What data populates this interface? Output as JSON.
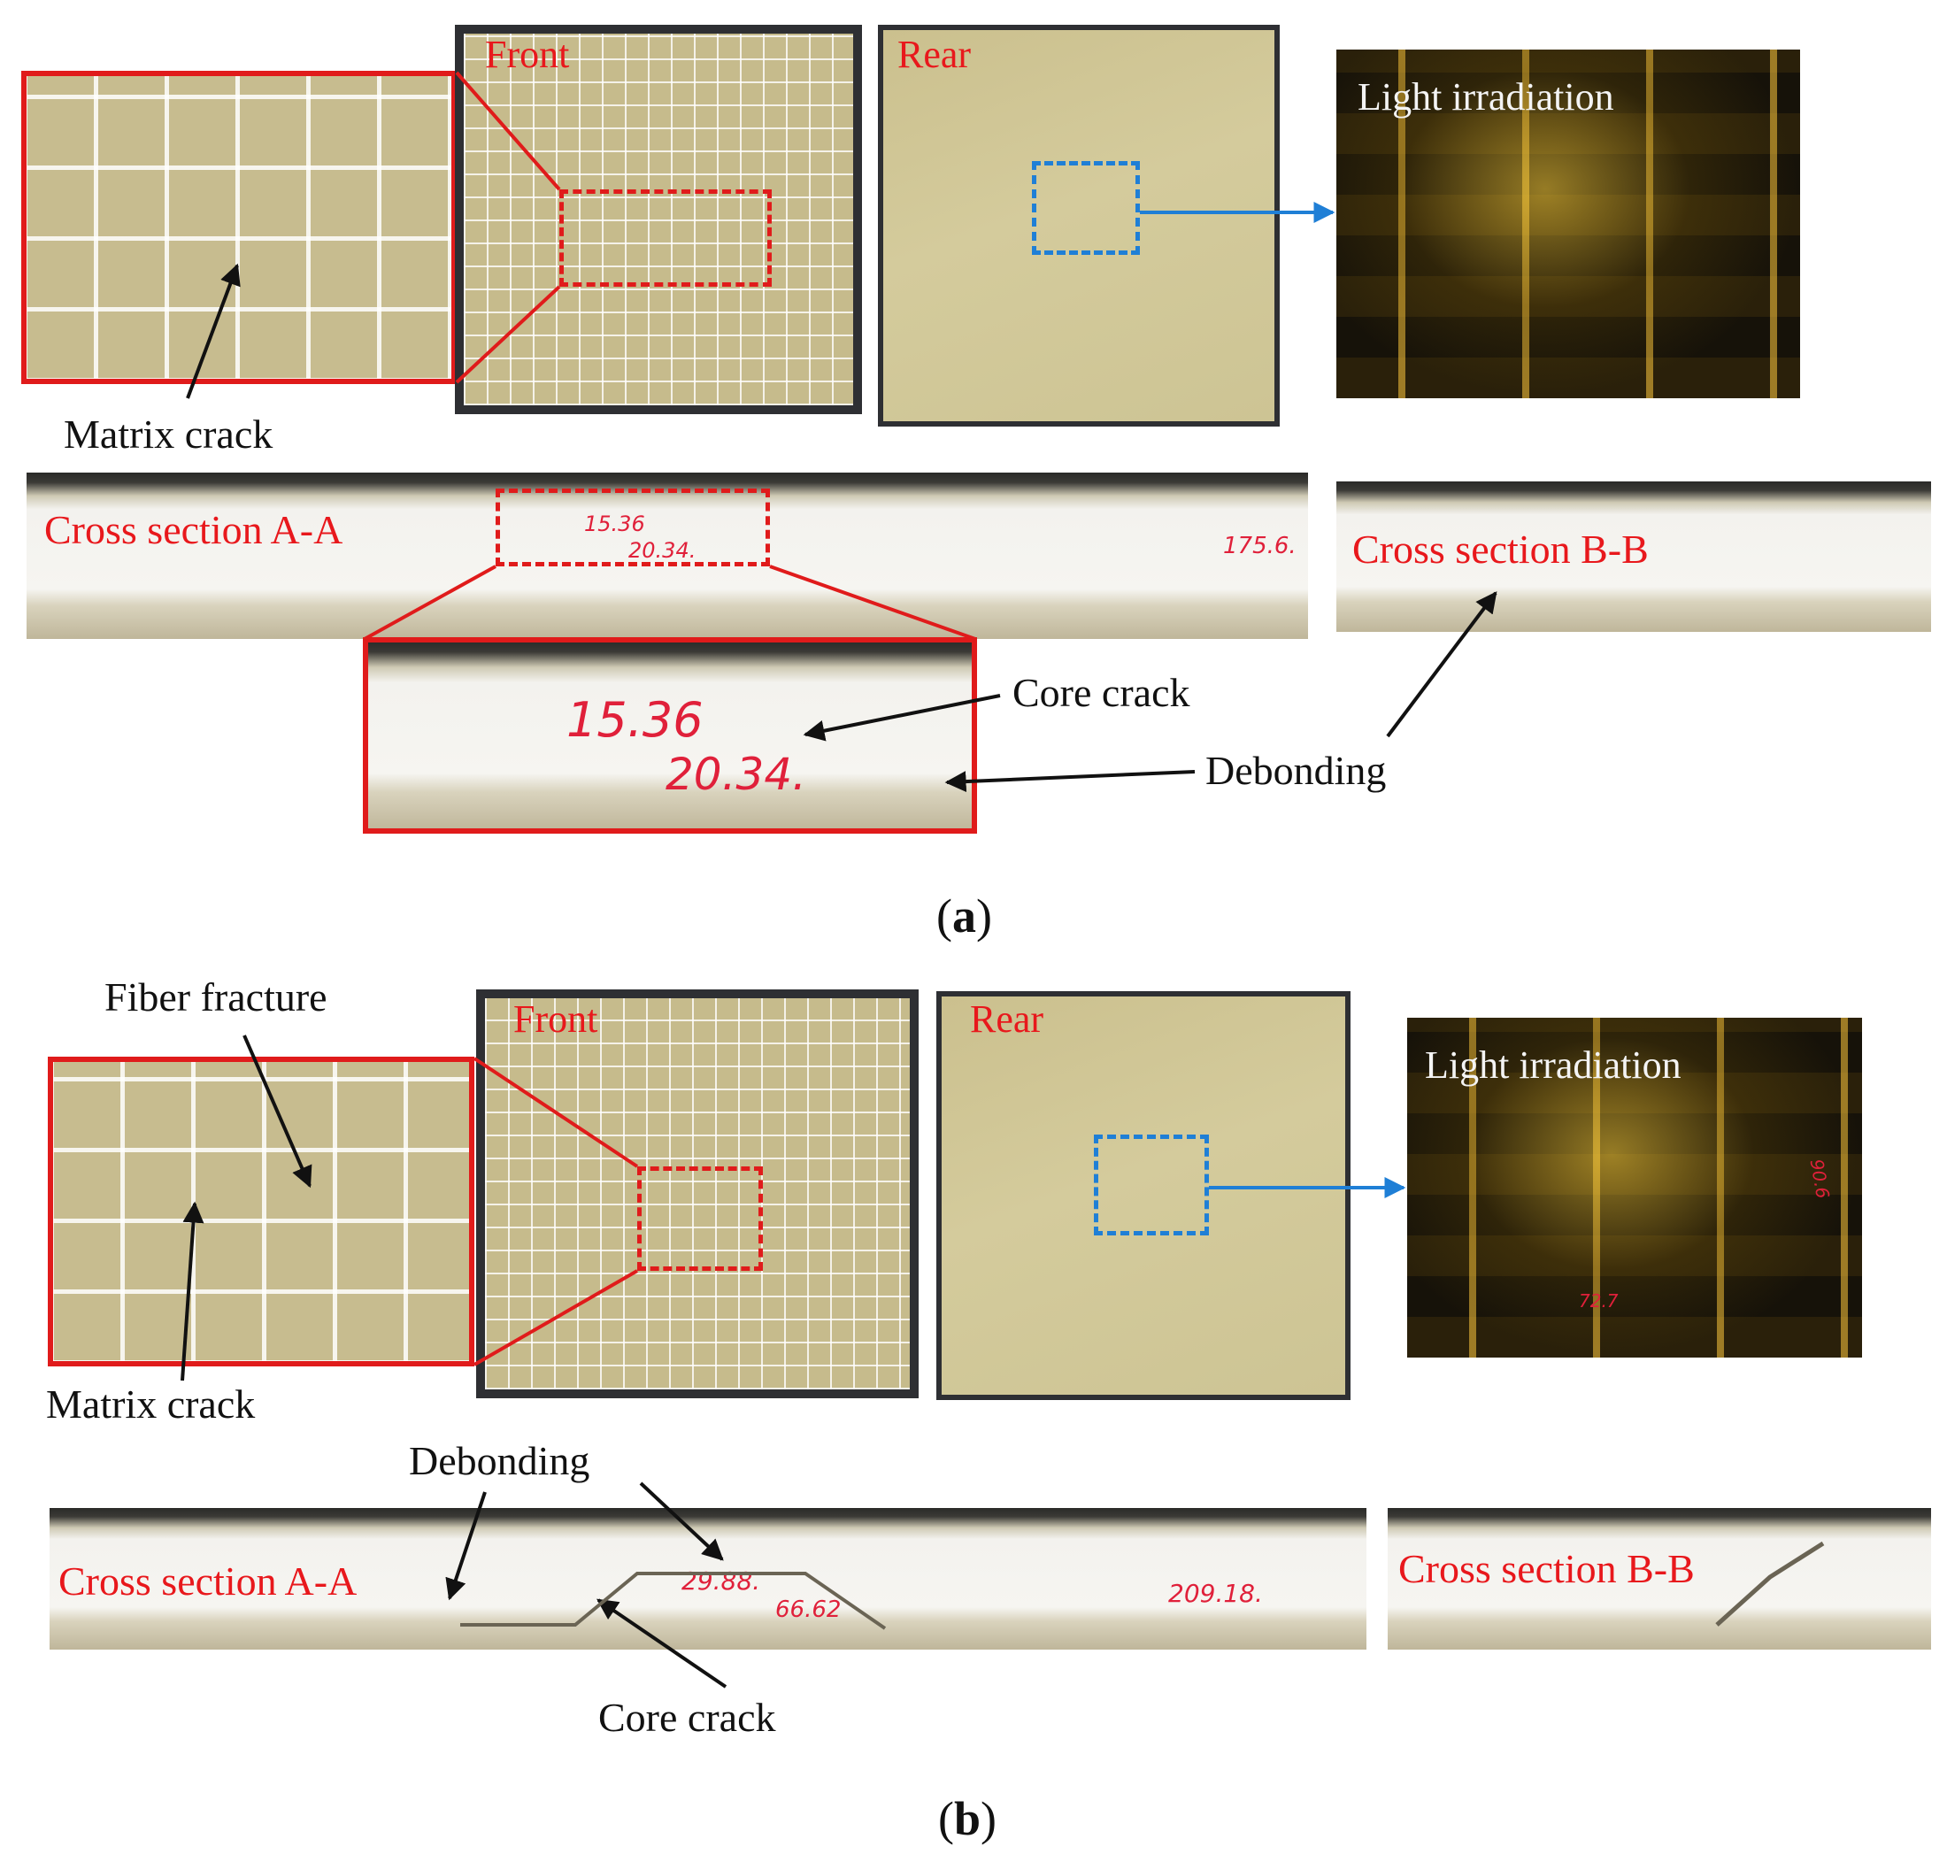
{
  "panel_a": {
    "front_label": "Front",
    "rear_label": "Rear",
    "light_label": "Light irradiation",
    "matrix_crack_label": "Matrix crack",
    "cross_a_label": "Cross section A-A",
    "cross_b_label": "Cross section B-B",
    "core_crack_label": "Core crack",
    "debonding_label": "Debonding",
    "handwritten_1": "15.36",
    "handwritten_2": "20.34.",
    "handwritten_3": "175.6.",
    "caption_open": "(",
    "caption_letter": "a",
    "caption_close": ")"
  },
  "panel_b": {
    "front_label": "Front",
    "rear_label": "Rear",
    "light_label": "Light irradiation",
    "fiber_fracture_label": "Fiber fracture",
    "matrix_crack_label": "Matrix crack",
    "debonding_label": "Debonding",
    "cross_a_label": "Cross section A-A",
    "cross_b_label": "Cross section B-B",
    "core_crack_label": "Core crack",
    "handwritten_1": "29.88.",
    "handwritten_2": "66.62",
    "handwritten_3": "209.18.",
    "light_hand_1": "90.6",
    "light_hand_2": "72.7",
    "caption_open": "(",
    "caption_letter": "b",
    "caption_close": ")"
  },
  "colors": {
    "red_box": "#e01b1b",
    "blue_box": "#1f7fd6",
    "label_red": "#e8181c"
  }
}
